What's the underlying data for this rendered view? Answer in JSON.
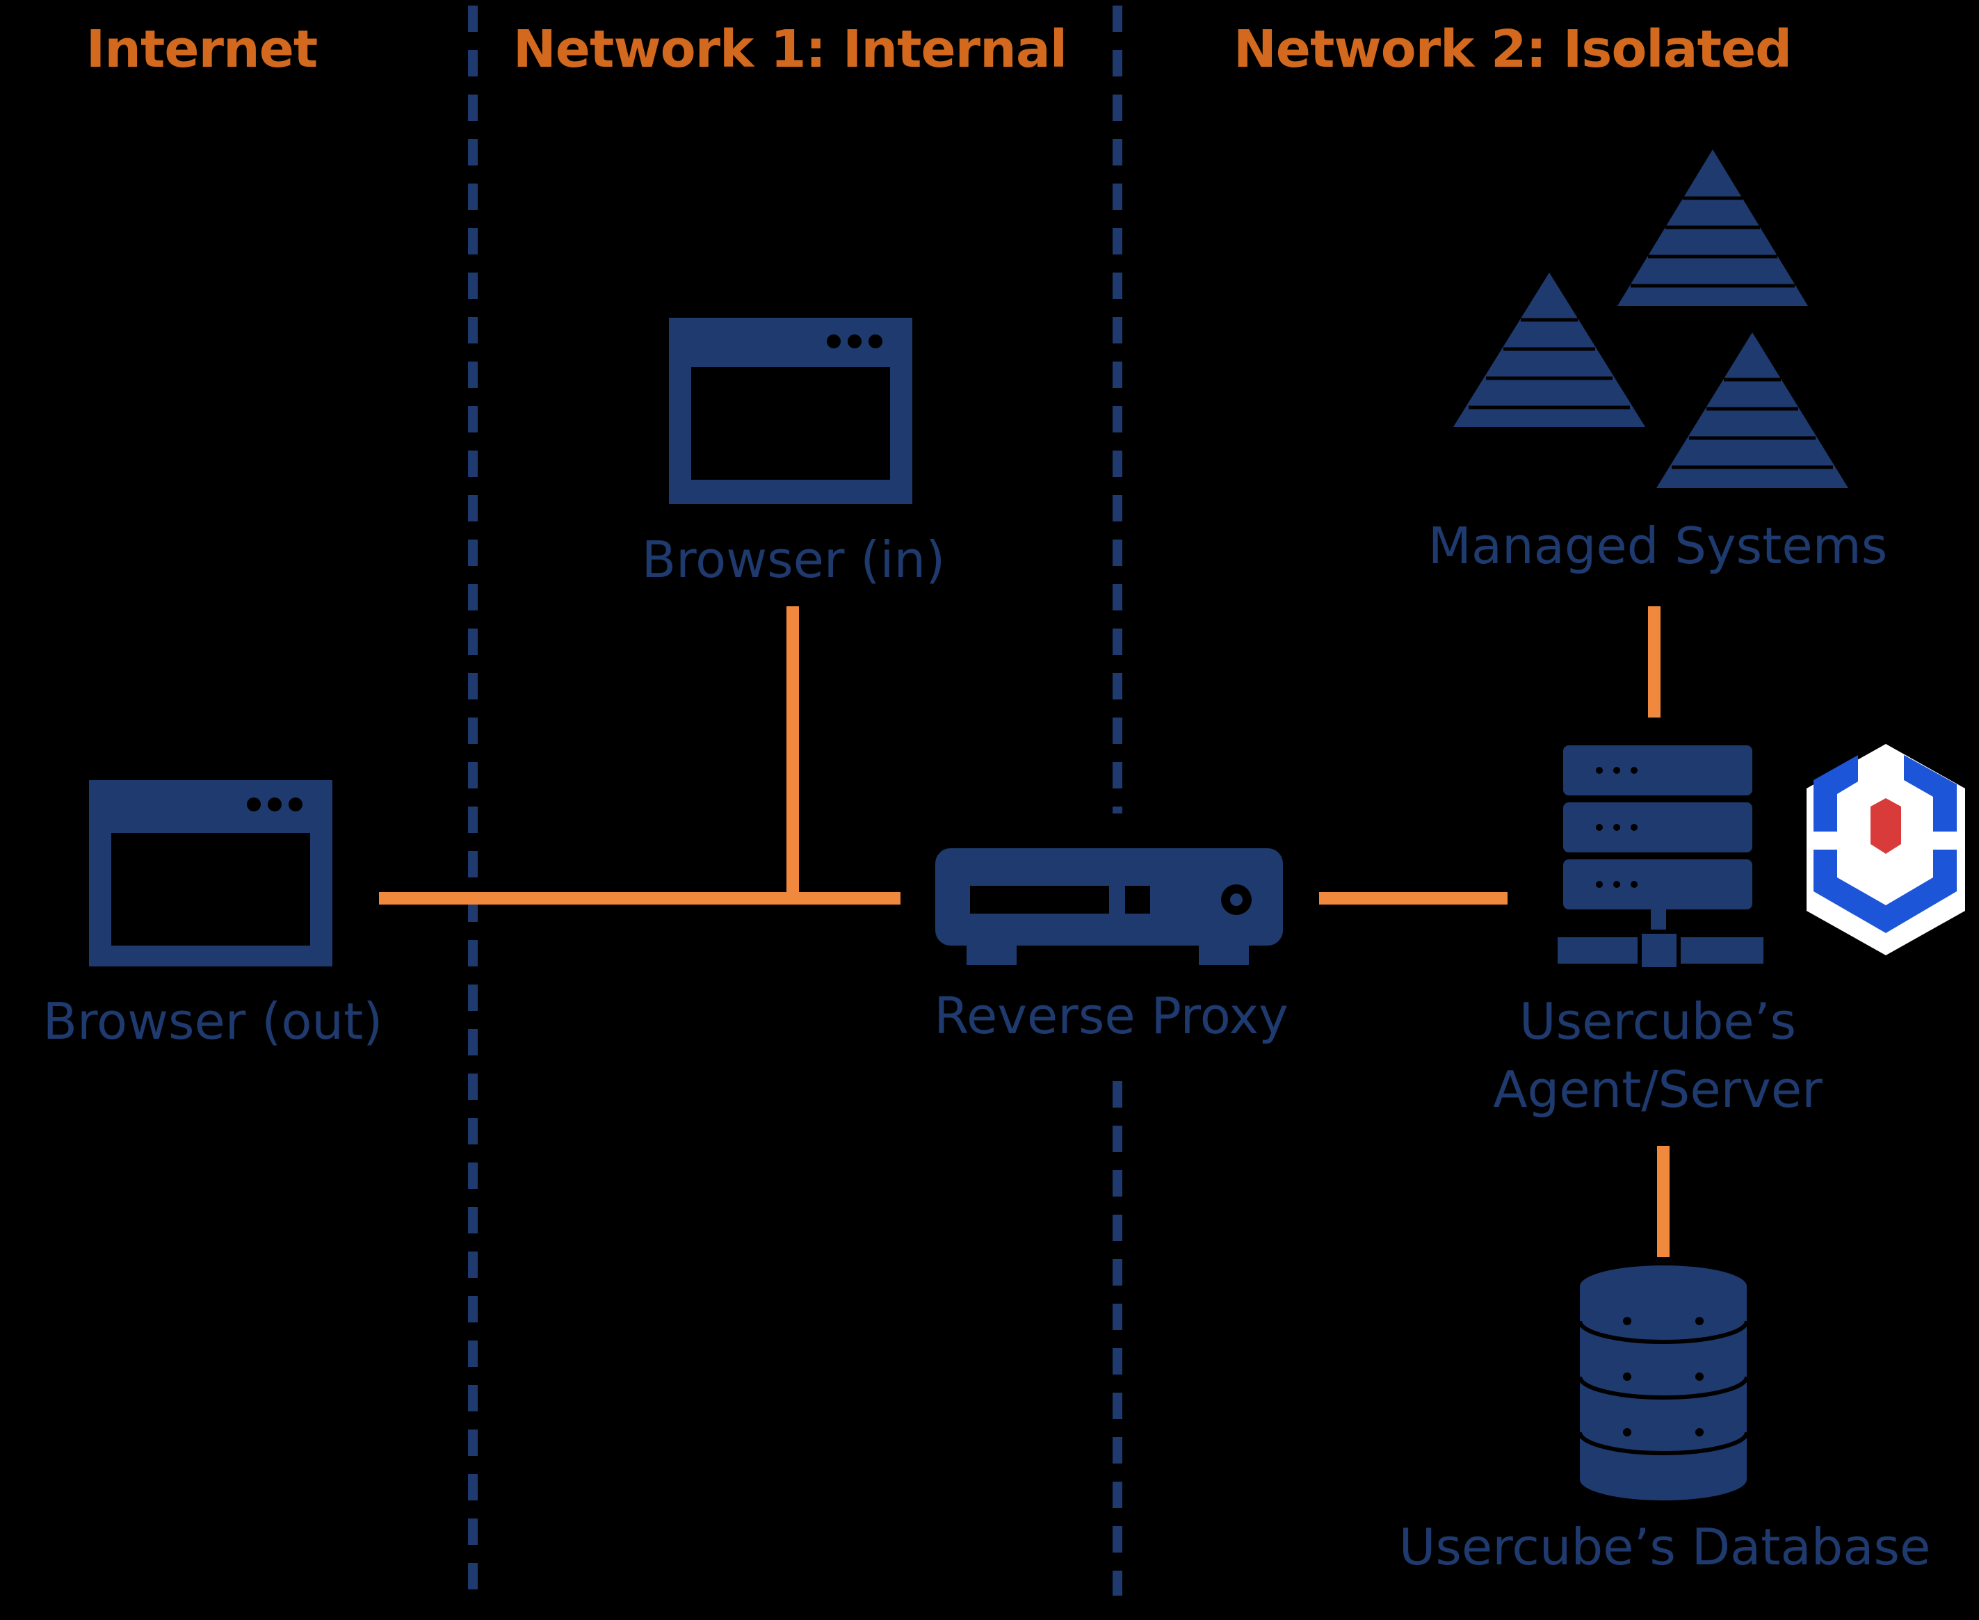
{
  "colors": {
    "background": "#000000",
    "zone_title": "#d2691e",
    "node": "#1f3a6e",
    "connector": "#f0883e",
    "divider": "#1f3a6e",
    "logo_blue": "#1d55d8",
    "logo_red": "#d93a3a"
  },
  "zones": [
    {
      "title": "Internet"
    },
    {
      "title": "Network 1: Internal"
    },
    {
      "title": "Network 2: Isolated"
    }
  ],
  "nodes": {
    "browser_out": {
      "label": "Browser (out)",
      "icon": "browser-window-icon"
    },
    "browser_in": {
      "label": "Browser (in)",
      "icon": "browser-window-icon"
    },
    "reverse_proxy": {
      "label": "Reverse Proxy",
      "icon": "router-device-icon"
    },
    "agent_server": {
      "label_line1": "Usercube’s",
      "label_line2": "Agent/Server",
      "icon": "server-stack-icon",
      "badge": "usercube-logo-icon"
    },
    "managed_systems": {
      "label": "Managed Systems",
      "icon": "pyramid-cluster-icon"
    },
    "database": {
      "label": "Usercube’s Database",
      "icon": "database-cylinder-icon"
    }
  }
}
